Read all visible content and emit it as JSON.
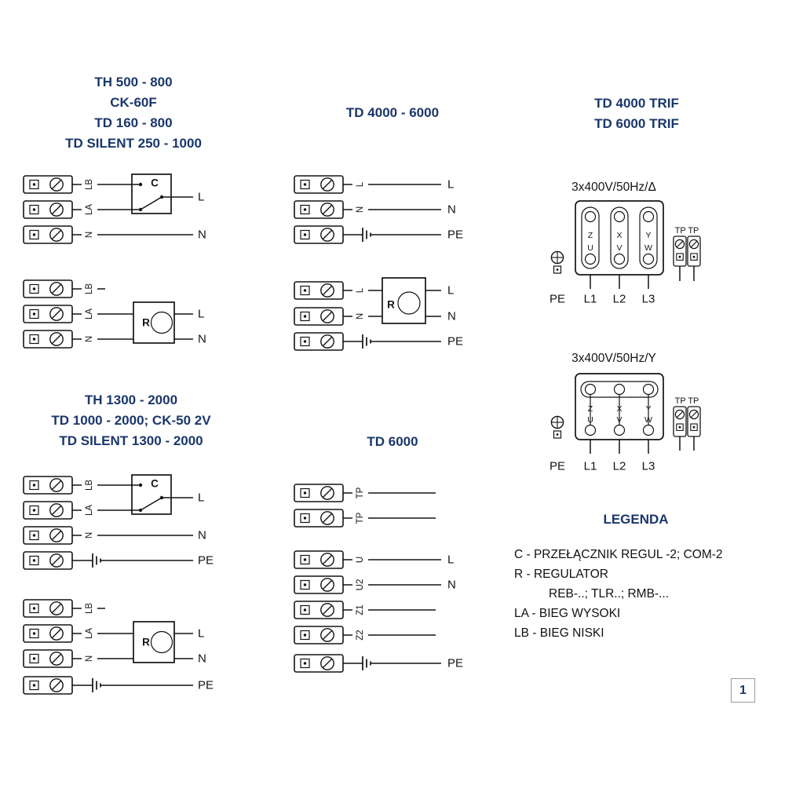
{
  "colors": {
    "title": "#1a376b",
    "line": "#141414"
  },
  "page": {
    "number": "1"
  },
  "sections": {
    "top_left": {
      "title_lines": [
        "TH 500 - 800",
        "CK-60F",
        "TD 160 - 800",
        "TD SILENT 250 - 1000"
      ]
    },
    "top_middle": {
      "title_lines": [
        "TD 4000 - 6000"
      ]
    },
    "top_right": {
      "title_lines": [
        "TD 4000 TRIF",
        "TD 6000 TRIF"
      ]
    },
    "bottom_left": {
      "title_lines": [
        "TH 1300 - 2000",
        "TD 1000 - 2000; CK-50 2V",
        "TD SILENT 1300 - 2000"
      ]
    },
    "bottom_middle": {
      "title_lines": [
        "TD 6000"
      ]
    }
  },
  "diagrams": {
    "th500_switch": {
      "terminals": [
        "LB",
        "LA",
        "N"
      ],
      "device": "C",
      "outputs": [
        "L",
        "N"
      ]
    },
    "th500_regulator": {
      "terminals": [
        "LB",
        "LA",
        "N"
      ],
      "device": "R",
      "outputs": [
        "L",
        "N"
      ]
    },
    "td4000_direct": {
      "terminals": [
        "L",
        "N"
      ],
      "outputs": [
        "L",
        "N",
        "PE"
      ]
    },
    "td4000_regulator": {
      "terminals": [
        "L",
        "N"
      ],
      "device": "R",
      "outputs": [
        "L",
        "N",
        "PE"
      ]
    },
    "th1300_switch": {
      "terminals": [
        "LB",
        "LA",
        "N"
      ],
      "device": "C",
      "outputs": [
        "L",
        "N",
        "PE"
      ]
    },
    "th1300_regulator": {
      "terminals": [
        "LB",
        "LA",
        "N"
      ],
      "device": "R",
      "outputs": [
        "L",
        "N",
        "PE"
      ]
    },
    "td6000": {
      "tp_terminals": [
        "TP",
        "TP"
      ],
      "terminals": [
        "U",
        "U2",
        "Z1",
        "Z2"
      ],
      "outputs": [
        "L",
        "N",
        "PE"
      ]
    },
    "trif_delta": {
      "voltage": "3x400V/50Hz/Δ",
      "windings": [
        [
          "Z",
          "U"
        ],
        [
          "X",
          "V"
        ],
        [
          "Y",
          "W"
        ]
      ],
      "tp_label": "TP TP",
      "phases": [
        "PE",
        "L1",
        "L2",
        "L3"
      ]
    },
    "trif_star": {
      "voltage": "3x400V/50Hz/Y",
      "windings": [
        [
          "Z",
          "U"
        ],
        [
          "X",
          "V"
        ],
        [
          "Y",
          "W"
        ]
      ],
      "tp_label": "TP TP",
      "phases": [
        "PE",
        "L1",
        "L2",
        "L3"
      ]
    }
  },
  "legend": {
    "title": "LEGENDA",
    "items": [
      {
        "text": "C - PRZEŁĄCZNIK REGUL -2; COM-2"
      },
      {
        "text": "R - REGULATOR"
      },
      {
        "text": "REB-..; TLR..; RMB-..."
      },
      {
        "text": "LA - BIEG WYSOKI"
      },
      {
        "text": "LB - BIEG NISKI"
      }
    ]
  }
}
